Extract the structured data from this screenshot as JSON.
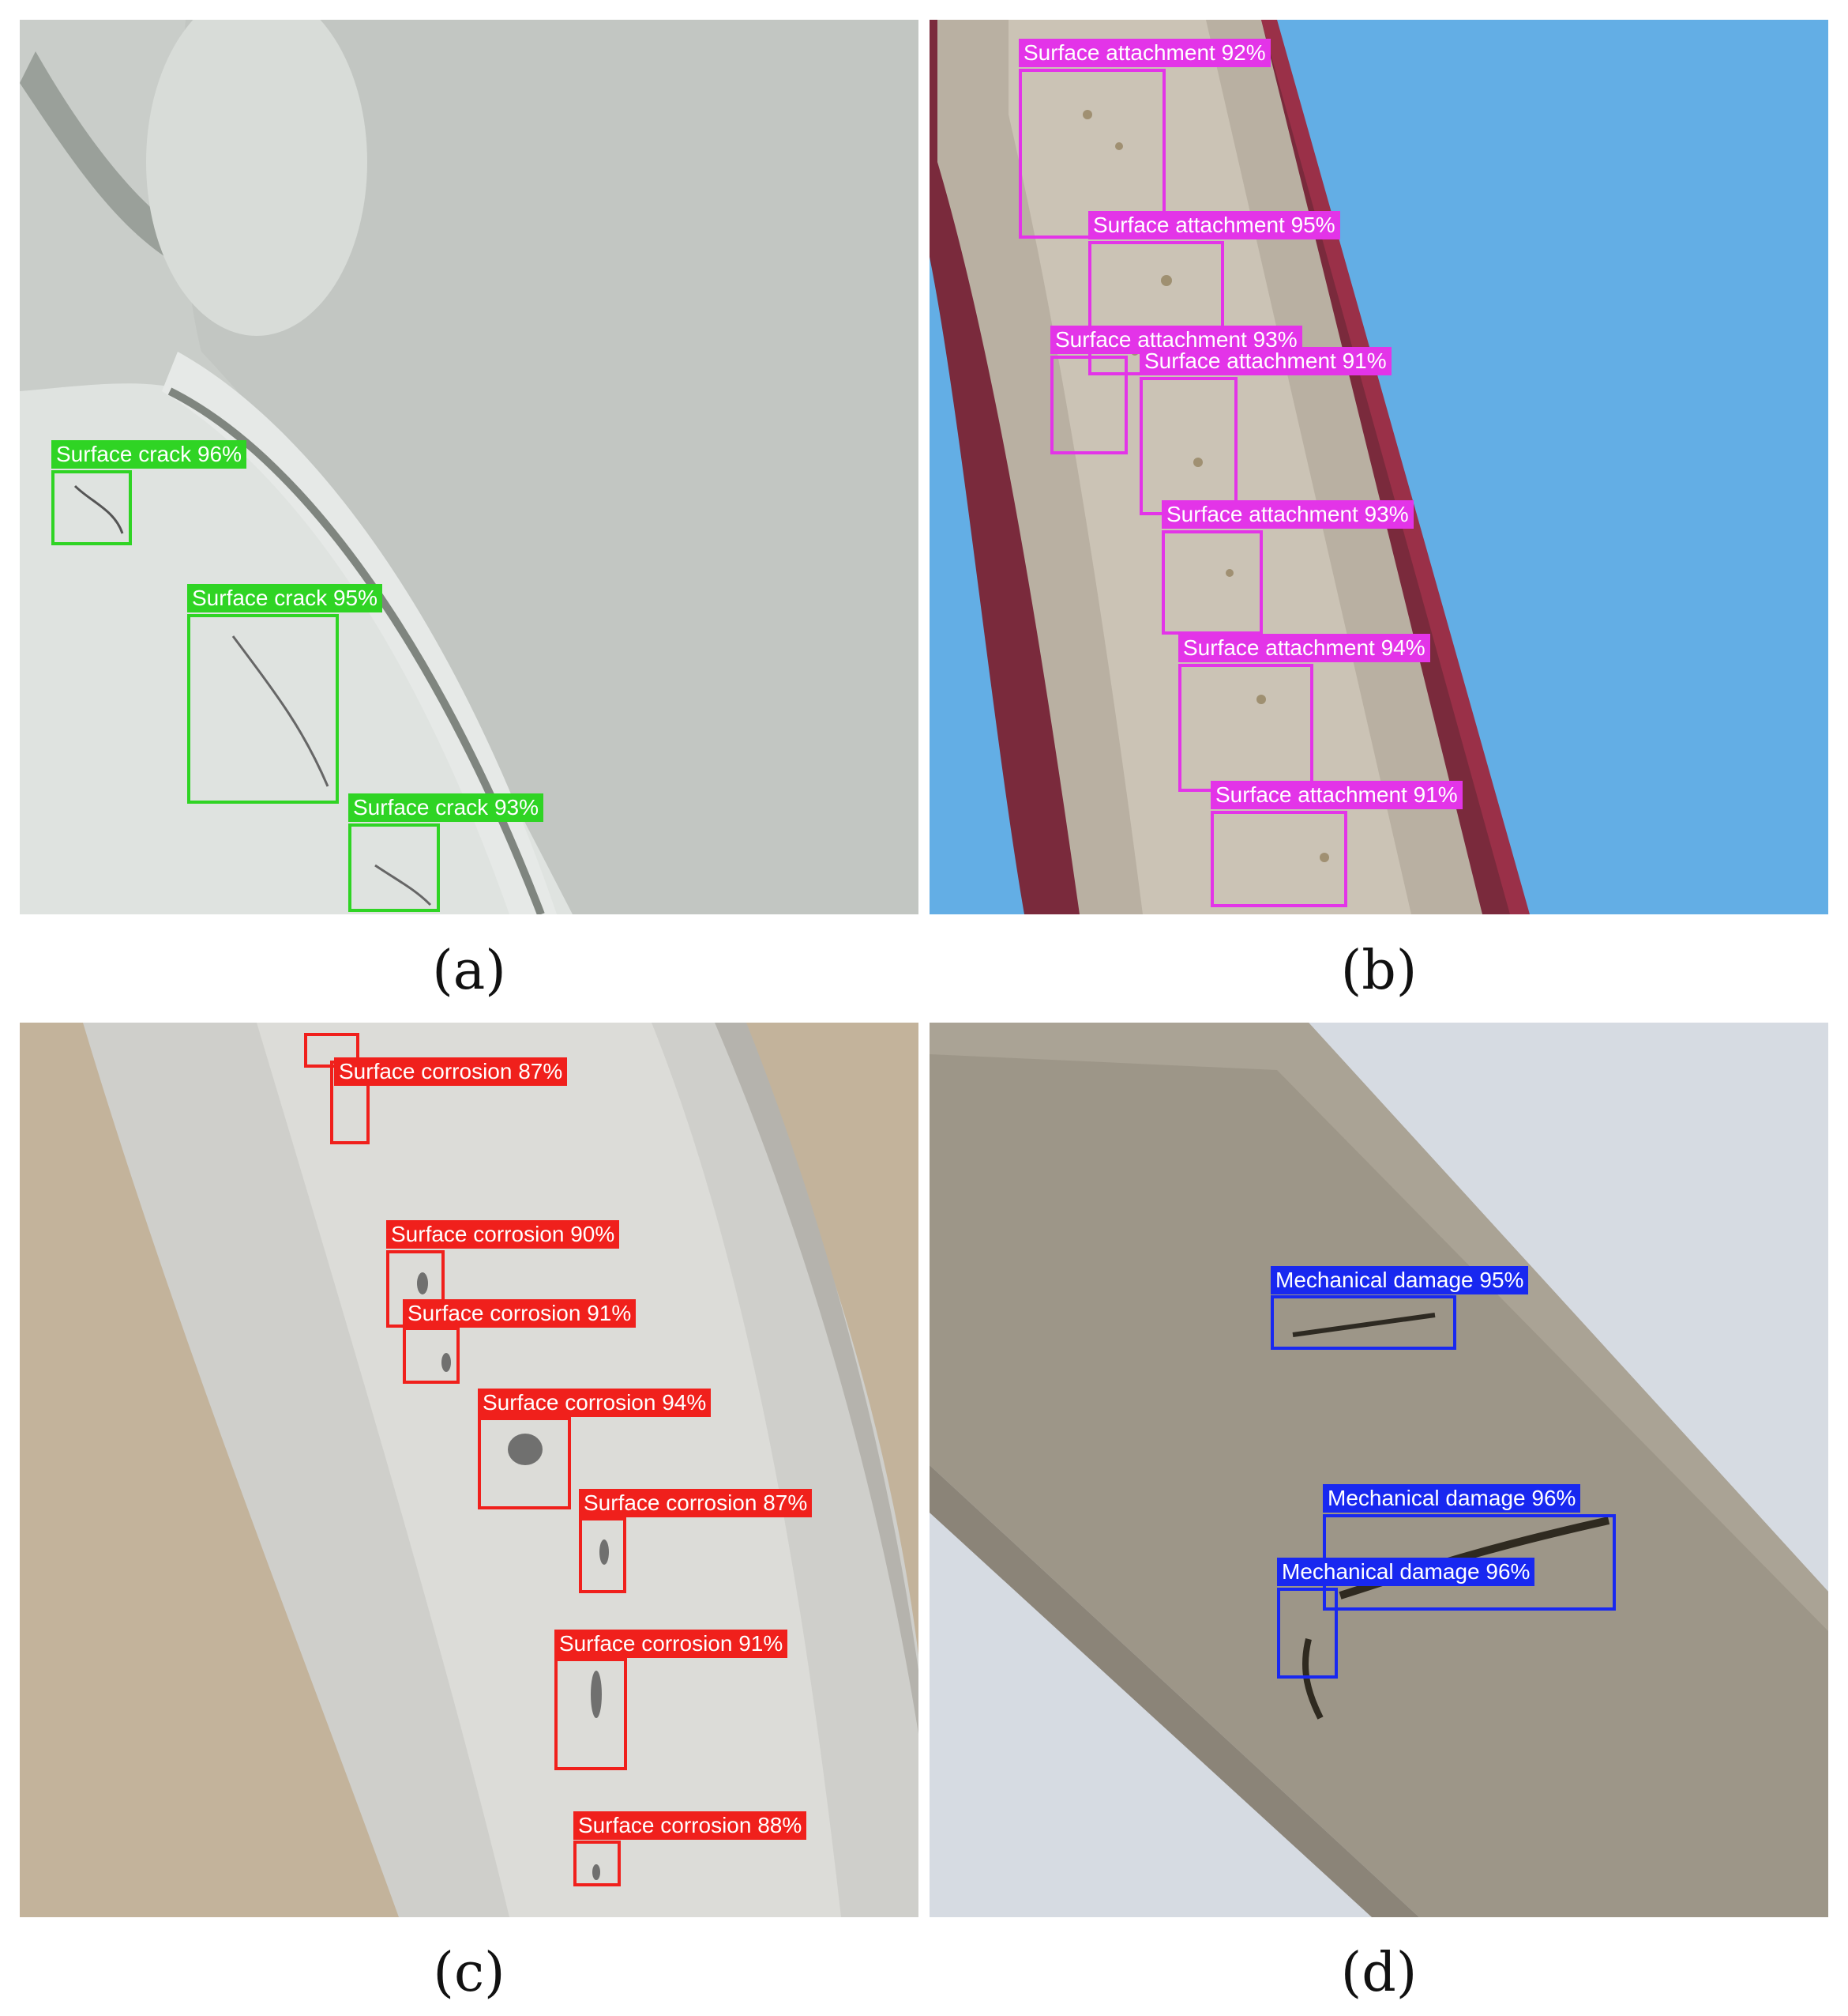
{
  "colors": {
    "crack": "#2fd424",
    "attachment": "#e334e8",
    "corrosion": "#f0201c",
    "damage": "#1828f0"
  },
  "panels": [
    {
      "caption": "(a)",
      "detections": [
        {
          "label": "Surface crack 96%"
        },
        {
          "label": "Surface crack 95%"
        },
        {
          "label": "Surface crack 93%"
        }
      ]
    },
    {
      "caption": "(b)",
      "detections": [
        {
          "label": "Surface attachment 92%"
        },
        {
          "label": "Surface attachment 95%"
        },
        {
          "label": "Surface attachment 93%"
        },
        {
          "label": "Surface attachment 91%"
        },
        {
          "label": "Surface attachment 93%"
        },
        {
          "label": "Surface attachment 94%"
        },
        {
          "label": "Surface attachment 91%"
        }
      ]
    },
    {
      "caption": "(c)",
      "detections": [
        {
          "label": "Surface corrosion 87%"
        },
        {
          "label": "Surface corrosion 90%"
        },
        {
          "label": "Surface corrosion 91%"
        },
        {
          "label": "Surface corrosion 94%"
        },
        {
          "label": "Surface corrosion 87%"
        },
        {
          "label": "Surface corrosion 91%"
        },
        {
          "label": "Surface corrosion 88%"
        }
      ]
    },
    {
      "caption": "(d)",
      "detections": [
        {
          "label": "Mechanical damage 95%"
        },
        {
          "label": "Mechanical damage 96%"
        },
        {
          "label": "Mechanical damage 96%"
        }
      ]
    }
  ]
}
